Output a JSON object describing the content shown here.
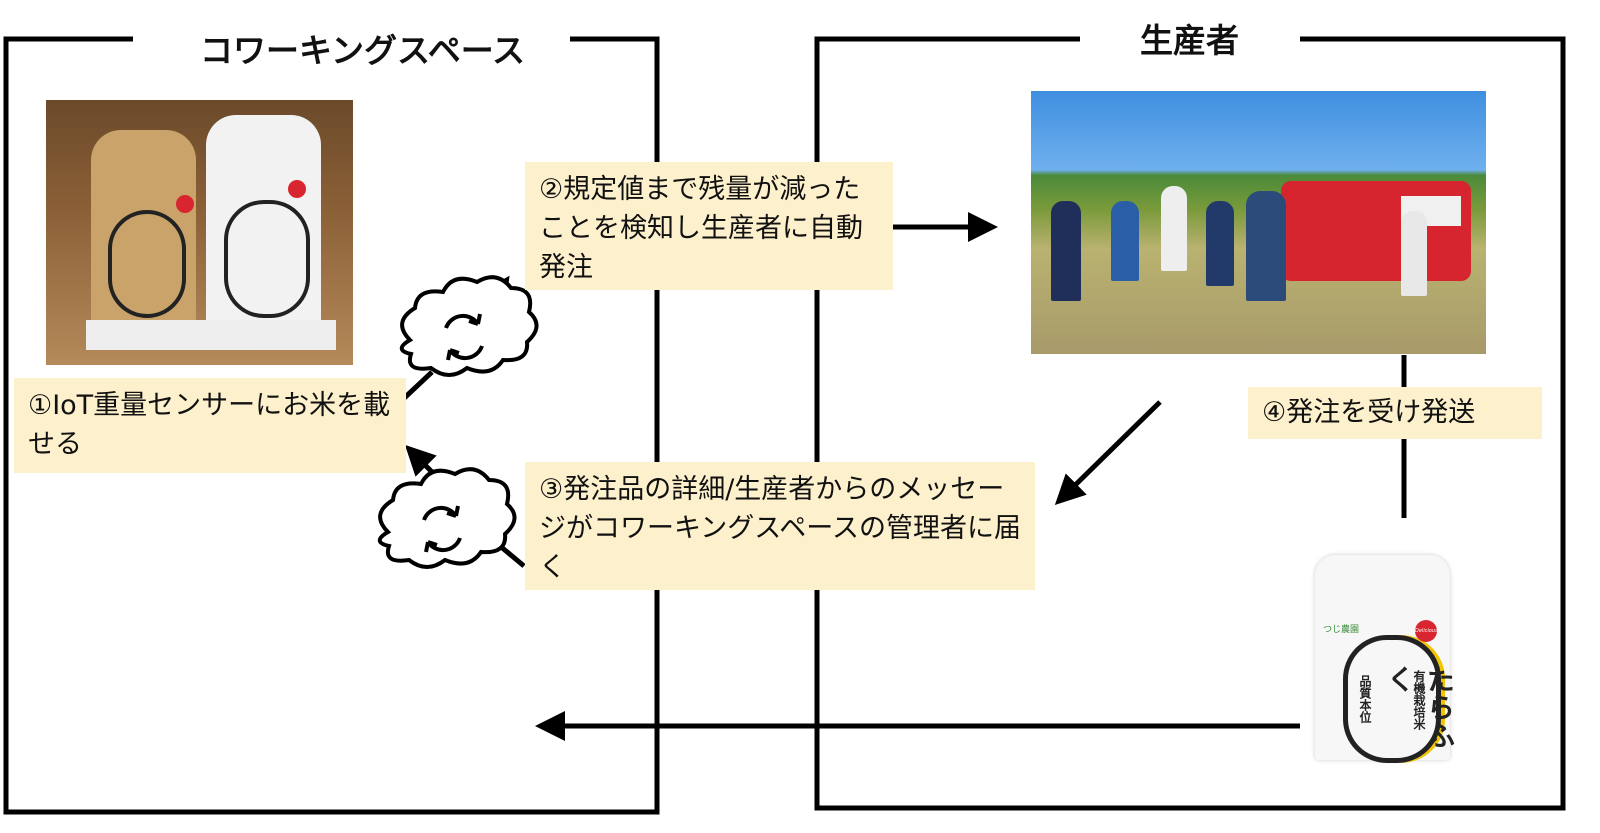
{
  "sections": {
    "coworking": {
      "title": "コワーキングスペース"
    },
    "producer": {
      "title": "生産者"
    }
  },
  "steps": [
    {
      "text": "①IoT重量センサーにお米を載せる"
    },
    {
      "text": "②規定値まで残量が減ったことを検知し生産者に自動発注"
    },
    {
      "text": "③発注品の詳細/生産者からのメッセージがコワーキングスペースの管理者に届く"
    },
    {
      "text": "④発注を受け発送"
    }
  ],
  "product_label": {
    "brand": "たらふく",
    "subtitle": "有機栽培米",
    "tagline": "品質本位",
    "farm": "つじ農園",
    "badge": "Delicious!"
  },
  "icons": {
    "cloud": "cloud-sync-icon"
  },
  "colors": {
    "box_fill": "#fdf0cc",
    "line": "#000000"
  }
}
